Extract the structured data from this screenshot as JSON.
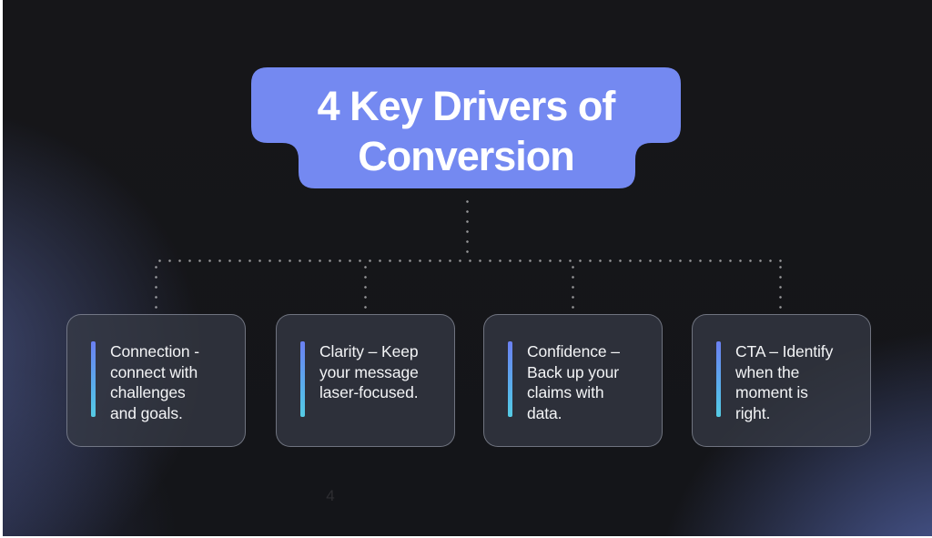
{
  "slide": {
    "title": {
      "line1": "4 Key Drivers of",
      "line2": "Conversion"
    },
    "connectors": {
      "style": "dotted",
      "count": 4
    },
    "cards": [
      {
        "text": "Connection -\nconnect with\nchallenges\nand goals."
      },
      {
        "text": "Clarity – Keep\nyour message\nlaser-focused."
      },
      {
        "text": "Confidence –\nBack up your\nclaims with\ndata."
      },
      {
        "text": "CTA – Identify\nwhen the\nmoment is\nright."
      }
    ],
    "page_number": "4",
    "colors": {
      "title_bubble": "#7489f1",
      "title_text": "#ffffff",
      "accent_bar_top": "#6b80f2",
      "accent_bar_bottom": "#55cbe4",
      "card_background": "#2b2d32",
      "card_border": "#aeb4c2",
      "background_base": "#141519",
      "background_glow": "#4a5a9a",
      "dotted_line": "#ffffff"
    }
  }
}
